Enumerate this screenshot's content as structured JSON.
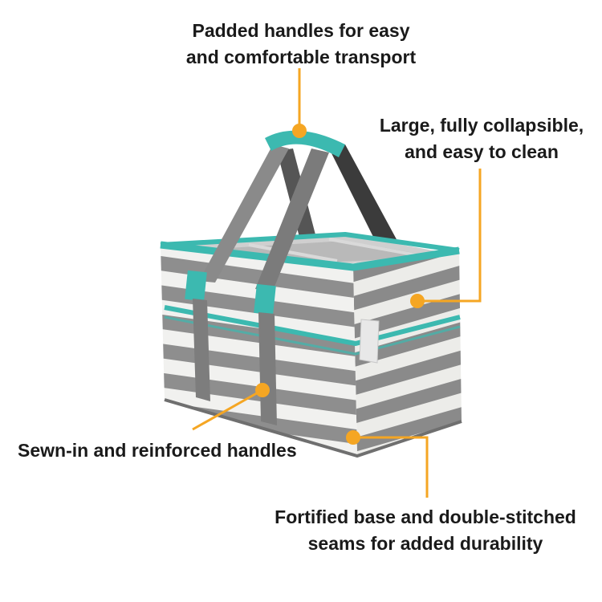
{
  "callouts": {
    "handles": {
      "line1": "Padded handles for easy",
      "line2": "and comfortable transport"
    },
    "collapsible": {
      "line1": "Large, fully collapsible,",
      "line2": "and easy to clean"
    },
    "sewn": {
      "line1": "Sewn-in and reinforced handles"
    },
    "base": {
      "line1": "Fortified base and double-stitched",
      "line2": "seams for added durability"
    }
  },
  "colors": {
    "accent": "#f5a623",
    "teal": "#3cb9b0",
    "gray_stripe": "#8e8e8e",
    "white_stripe": "#f1f1ef",
    "strap": "#7d7d7d",
    "text": "#1a1a1a"
  }
}
